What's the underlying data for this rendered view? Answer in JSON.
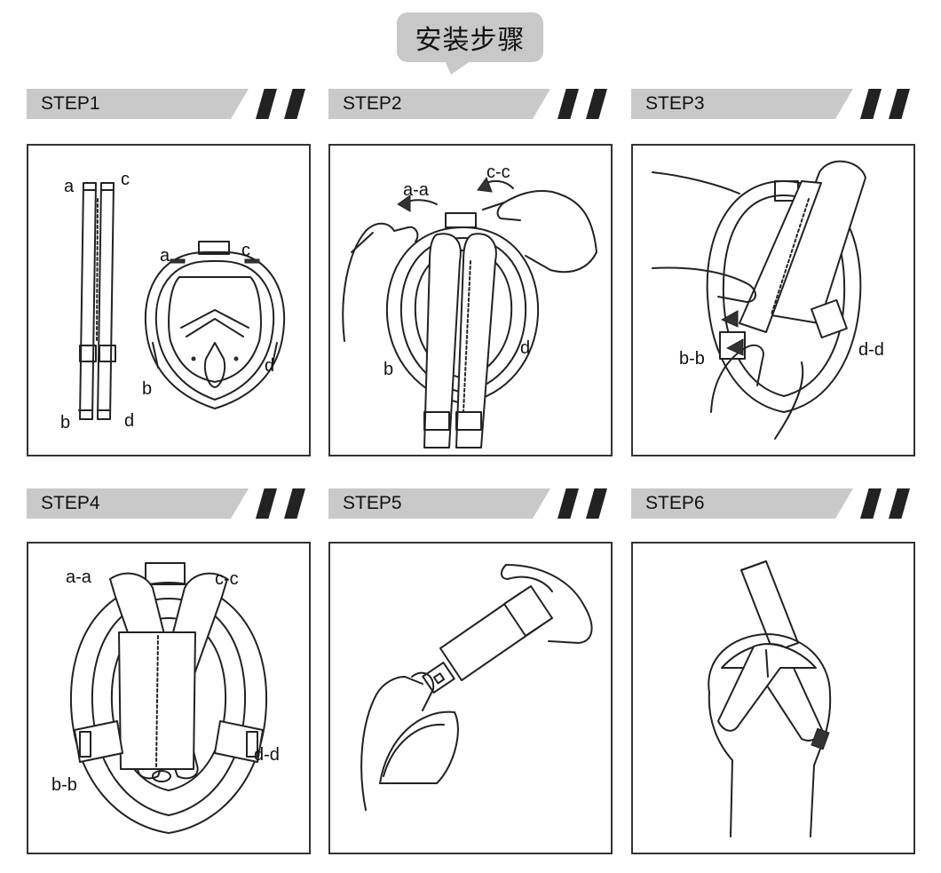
{
  "title": "安装步骤",
  "steps": [
    {
      "label": "STEP1",
      "labels": [
        "a",
        "c",
        "b",
        "d",
        "a",
        "c",
        "b",
        "d"
      ]
    },
    {
      "label": "STEP2",
      "labels": [
        "a-a",
        "c-c",
        "b",
        "d"
      ]
    },
    {
      "label": "STEP3",
      "labels": [
        "b-b",
        "d-d"
      ]
    },
    {
      "label": "STEP4",
      "labels": [
        "a-a",
        "c-c",
        "b-b",
        "d-d"
      ]
    },
    {
      "label": "STEP5",
      "labels": []
    },
    {
      "label": "STEP6",
      "labels": []
    }
  ],
  "colors": {
    "bar": "#c9c9c9",
    "bubble": "#c8c8c8",
    "ink": "#222222"
  }
}
